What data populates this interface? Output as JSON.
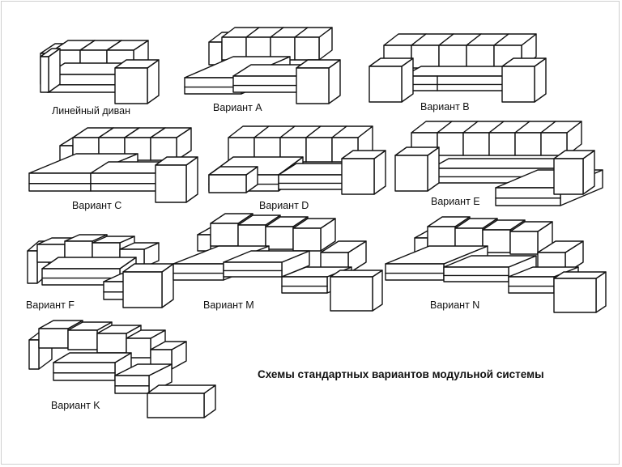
{
  "page_title": "Схемы стандартных вариантов модульной системы",
  "variants": [
    {
      "id": "linear",
      "label": "Линейный диван"
    },
    {
      "id": "a",
      "label": "Вариант A"
    },
    {
      "id": "b",
      "label": "Вариант B"
    },
    {
      "id": "c",
      "label": "Вариант C"
    },
    {
      "id": "d",
      "label": "Вариант D"
    },
    {
      "id": "e",
      "label": "Вариант E"
    },
    {
      "id": "f",
      "label": "Вариант F"
    },
    {
      "id": "m",
      "label": "Вариант M"
    },
    {
      "id": "n",
      "label": "Вариант N"
    },
    {
      "id": "k",
      "label": "Вариант K"
    }
  ]
}
